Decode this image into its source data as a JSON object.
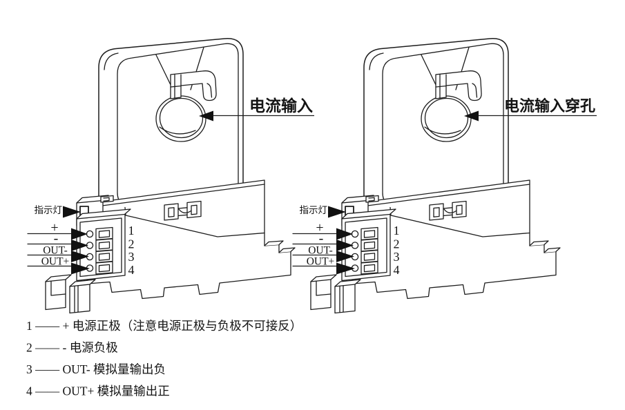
{
  "figure": {
    "background": "#ffffff",
    "line_color": "#1c1c1c",
    "arrow_color": "#111111",
    "devices": [
      {
        "hole_callout": "电流输入"
      },
      {
        "hole_callout": "电流输入穿孔"
      }
    ],
    "shared_callouts": {
      "indicator": "指示灯",
      "terminals": [
        {
          "label": "+",
          "number": "1"
        },
        {
          "label": "-",
          "number": "2"
        },
        {
          "label": "OUT-",
          "number": "3"
        },
        {
          "label": "OUT+",
          "number": "4"
        }
      ]
    },
    "legend": {
      "lines": [
        "1 —— + 电源正极（注意电源正极与负极不可接反）",
        "2 —— - 电源负极",
        "3 —— OUT- 模拟量输出负",
        "4 —— OUT+ 模拟量输出正"
      ]
    }
  }
}
